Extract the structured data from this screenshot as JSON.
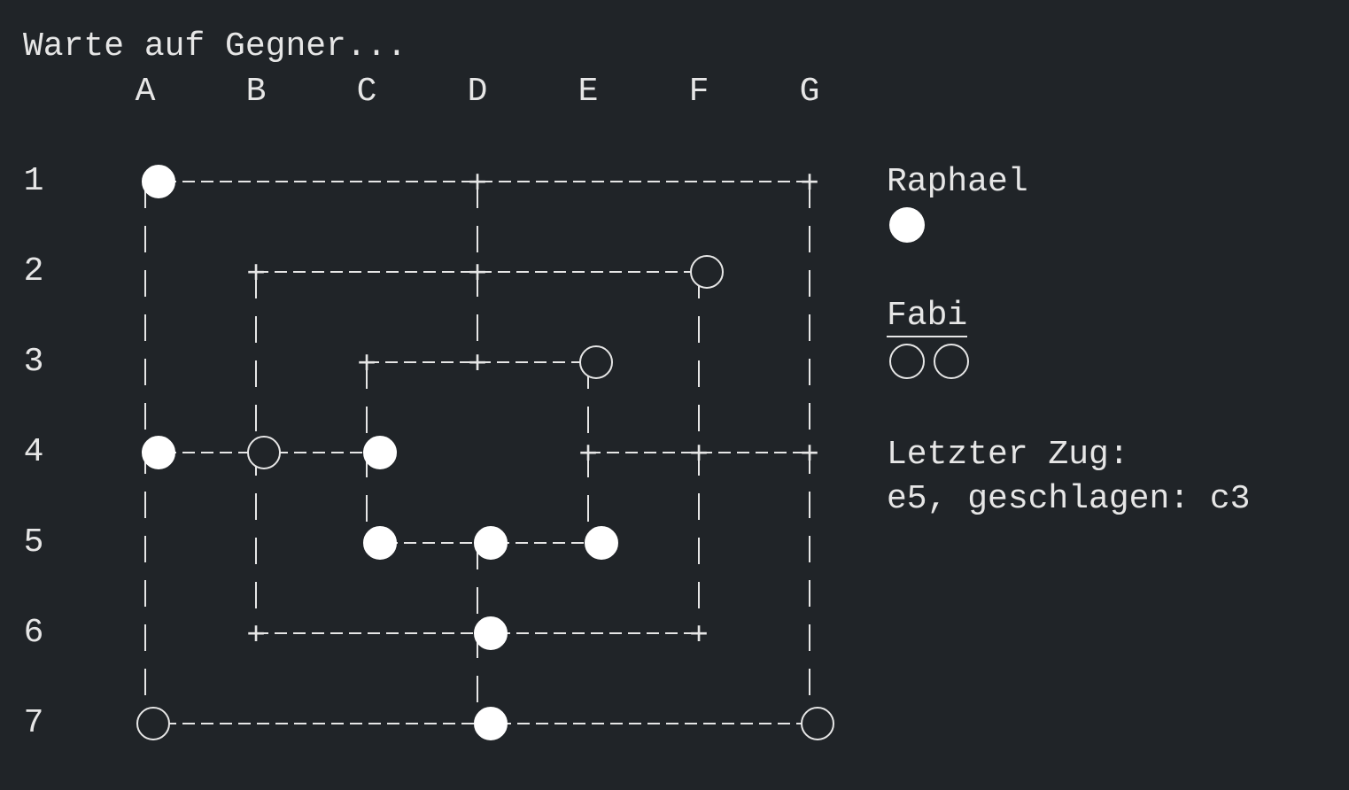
{
  "status_text": "Warte auf Gegner...",
  "board": {
    "columns": [
      "A",
      "B",
      "C",
      "D",
      "E",
      "F",
      "G"
    ],
    "rows": [
      "1",
      "2",
      "3",
      "4",
      "5",
      "6",
      "7"
    ],
    "lines": [
      "-------------+--------------+",
      "|             |              |",
      "|    +--------+---------     |",
      "|    |        |         |    |",
      "|    |    +---+----     |    |",
      "|    |    |        |    |    |",
      "   ---   ---       +----+----+",
      "|    |    |        |    |    |",
      "|    |       ---   ---  |    |",
      "|    |        |         |    |",
      "|    +---------   --------+    |",
      "|             |              |",
      "  -------------   -------------  "
    ],
    "pieces": [
      {
        "pos": "A1",
        "color": "white"
      },
      {
        "pos": "F2",
        "color": "black"
      },
      {
        "pos": "E3",
        "color": "black"
      },
      {
        "pos": "A4",
        "color": "white"
      },
      {
        "pos": "B4",
        "color": "black"
      },
      {
        "pos": "C4",
        "color": "white"
      },
      {
        "pos": "C5",
        "color": "white"
      },
      {
        "pos": "D5",
        "color": "white"
      },
      {
        "pos": "E5",
        "color": "white"
      },
      {
        "pos": "D6",
        "color": "white"
      },
      {
        "pos": "A7",
        "color": "black"
      },
      {
        "pos": "D7",
        "color": "white"
      },
      {
        "pos": "G7",
        "color": "black"
      }
    ]
  },
  "players": [
    {
      "name": "Raphael",
      "color": "white",
      "reserve": 1,
      "active": false
    },
    {
      "name": "Fabi",
      "color": "black",
      "reserve": 2,
      "active": true
    }
  ],
  "last_move": {
    "label": "Letzter Zug:",
    "text": "e5, geschlagen: c3"
  }
}
